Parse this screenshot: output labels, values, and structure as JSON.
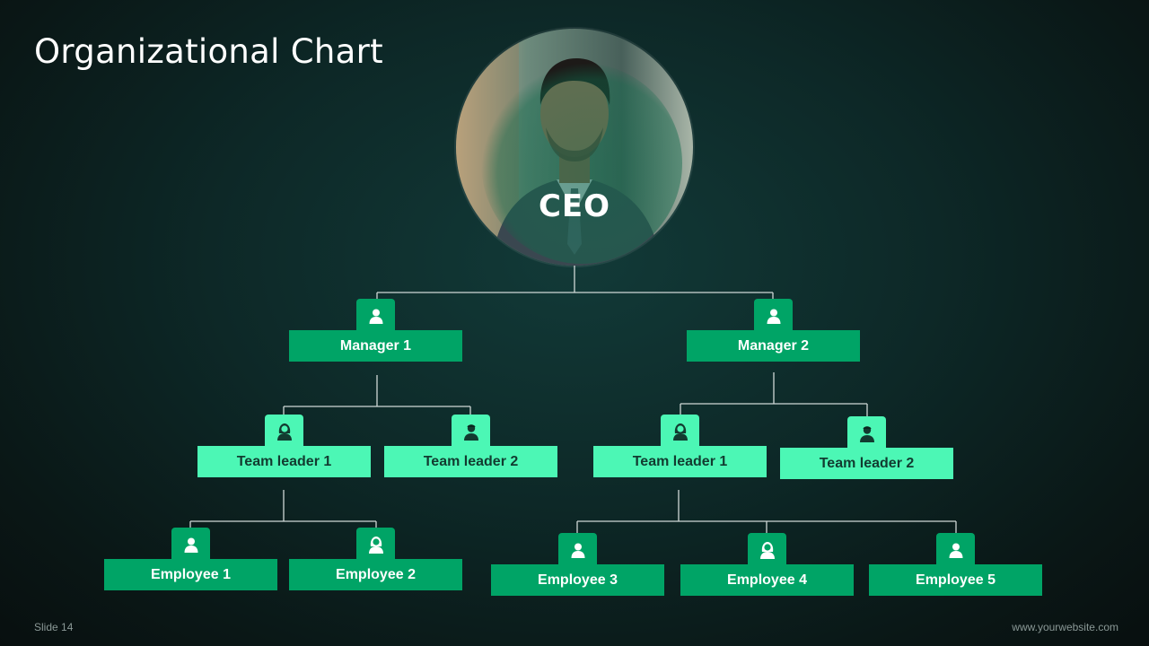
{
  "title": "Organizational Chart",
  "ceo": {
    "label": "CEO"
  },
  "managers": [
    {
      "label": "Manager 1",
      "icon": "user-icon"
    },
    {
      "label": "Manager 2",
      "icon": "user-icon"
    }
  ],
  "team_leaders": [
    {
      "label": "Team leader 1",
      "icon": "female-user-icon",
      "manager": "Manager 1"
    },
    {
      "label": "Team leader 2",
      "icon": "male-user-icon",
      "manager": "Manager 1"
    },
    {
      "label": "Team leader 1",
      "icon": "female-user-icon",
      "manager": "Manager 2"
    },
    {
      "label": "Team leader 2",
      "icon": "male-user-icon",
      "manager": "Manager 2"
    }
  ],
  "employees": [
    {
      "label": "Employee 1",
      "icon": "user-icon"
    },
    {
      "label": "Employee 2",
      "icon": "female-user-icon"
    },
    {
      "label": "Employee 3",
      "icon": "user-icon"
    },
    {
      "label": "Employee 4",
      "icon": "female-user-icon"
    },
    {
      "label": "Employee 5",
      "icon": "user-icon"
    }
  ],
  "footer": {
    "slide": "Slide 14",
    "website": "www.yourwebsite.com"
  },
  "colors": {
    "dark_green": "#00a466",
    "light_green": "#4cf7b5",
    "background": "#0d2827",
    "connector": "#cfd8d6"
  }
}
